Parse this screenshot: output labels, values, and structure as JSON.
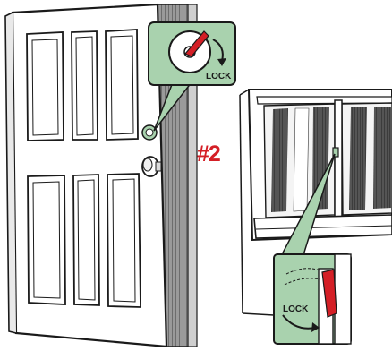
{
  "step_number": "#2",
  "door_callout": {
    "label": "LOCK",
    "icon": "deadbolt-thumb-turn"
  },
  "window_callout": {
    "label": "LOCK",
    "icon": "window-sash-latch"
  },
  "colors": {
    "accent_red": "#d41f26",
    "callout_green": "#a9d2ae",
    "ink": "#1a1a1a",
    "wall_gray": "#8c8c8c"
  }
}
